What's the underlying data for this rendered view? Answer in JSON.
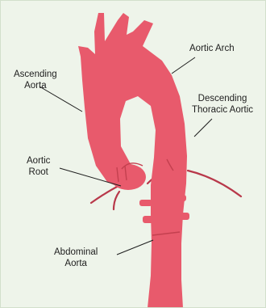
{
  "colors": {
    "background": "#eef4ea",
    "aorta": "#e85a6c",
    "aorta_dark": "#c4404f",
    "branch": "#b8384a",
    "leader": "#1e1e1e"
  },
  "labels": {
    "aortic_arch": "Aortic Arch",
    "ascending_aorta": [
      "Ascending",
      "Aorta"
    ],
    "descending_thoracic": [
      "Descending",
      "Thoracic Aortic"
    ],
    "aortic_root": [
      "Aortic",
      "Root"
    ],
    "abdominal_aorta": [
      "Abdominal",
      "Aorta"
    ]
  }
}
